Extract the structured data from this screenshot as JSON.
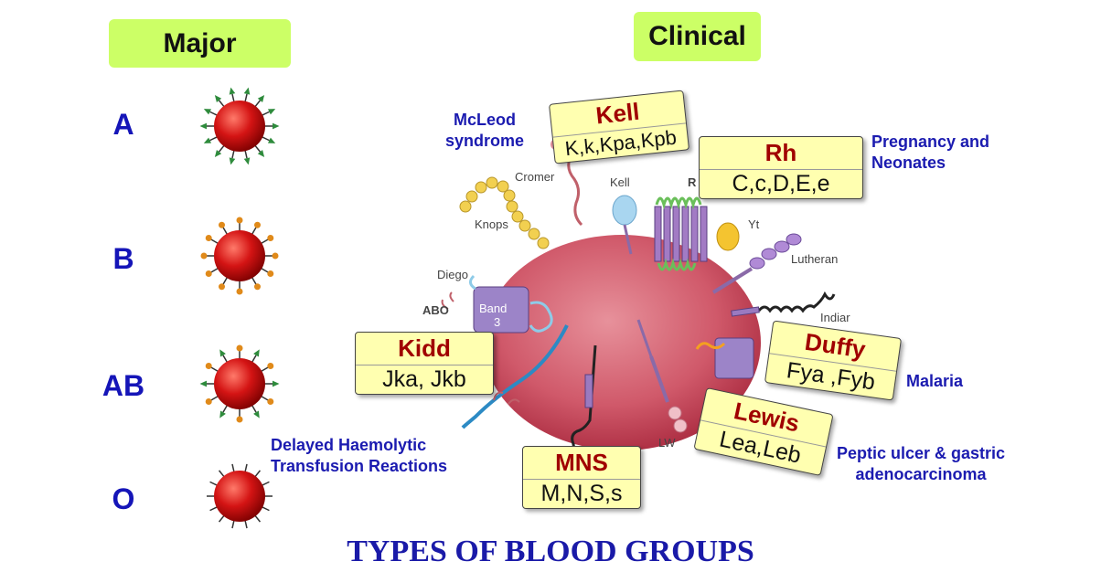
{
  "headers": {
    "major": "Major",
    "clinical": "Clinical"
  },
  "major_groups": [
    "A",
    "B",
    "AB",
    "O"
  ],
  "membrane_labels": {
    "cromer": "Cromer",
    "kell": "Kell",
    "knops": "Knops",
    "yt": "Yt",
    "lutheran": "Lutheran",
    "diego": "Diego",
    "abo": "ABO",
    "band3": "Band",
    "band3_num": "3",
    "indiar": "Indiar",
    "lw": "LW",
    "r_partial": "R"
  },
  "clinical_boxes": {
    "kell": {
      "title": "Kell",
      "antigens": "K,k,Kpa,Kpb"
    },
    "rh": {
      "title": "Rh",
      "antigens": "C,c,D,E,e"
    },
    "kidd": {
      "title": "Kidd",
      "antigens": "Jka, Jkb"
    },
    "duffy": {
      "title": "Duffy",
      "antigens": "Fya ,Fyb"
    },
    "lewis": {
      "title": "Lewis",
      "antigens": "Lea,Leb"
    },
    "mns": {
      "title": "MNS",
      "antigens": "M,N,S,s"
    }
  },
  "notes": {
    "mcleod_1": "McLeod",
    "mcleod_2": "syndrome",
    "pregnancy_1": "Pregnancy and",
    "pregnancy_2": "Neonates",
    "malaria": "Malaria",
    "delayed_1": "Delayed Haemolytic",
    "delayed_2": "Transfusion Reactions",
    "peptic_1": "Peptic ulcer & gastric",
    "peptic_2": "adenocarcinoma"
  },
  "title": "TYPES OF BLOOD GROUPS",
  "colors": {
    "header_bg": "#ccff66",
    "box_bg": "#ffffb0",
    "box_title": "#a00000",
    "note_text": "#1b1bb0",
    "cell_red": "#d01010",
    "antigen_A": "#2e8b3c",
    "antigen_B": "#e08a1a",
    "antigen_AB": "#e08a1a"
  }
}
